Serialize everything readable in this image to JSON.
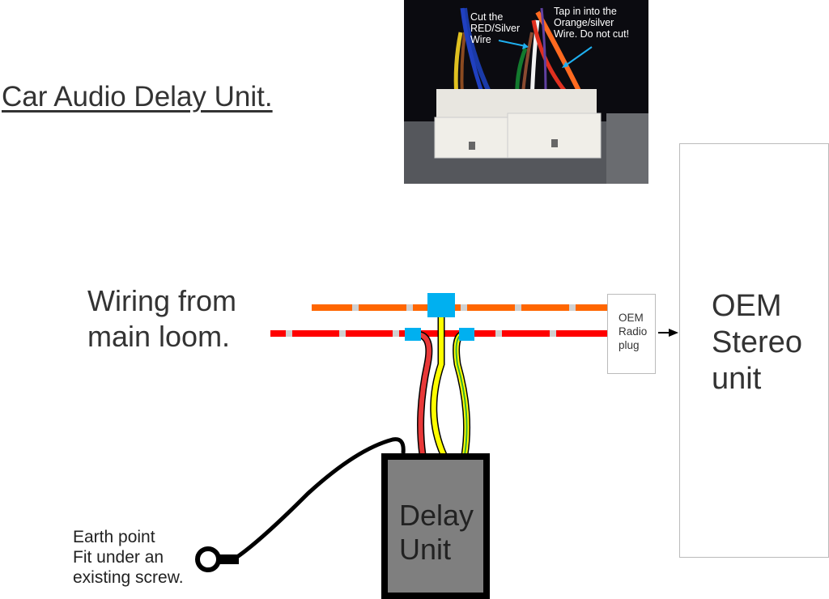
{
  "title": "Car Audio Delay Unit.",
  "loom_label": [
    "Wiring from",
    "main loom."
  ],
  "photo": {
    "cut_note": [
      "Cut the",
      "RED/Silver",
      "Wire"
    ],
    "tap_note": [
      "Tap in into the",
      "Orange/silver",
      "Wire. Do not cut!"
    ]
  },
  "radio_plug": [
    "OEM",
    "Radio",
    "plug"
  ],
  "stereo": [
    "OEM",
    "Stereo",
    "unit"
  ],
  "delay_unit": [
    "Delay",
    "Unit"
  ],
  "earth_note": [
    "Earth point",
    "Fit under an",
    "existing screw."
  ],
  "colors": {
    "orange_wire": "#ff6600",
    "red_wire": "#ff0000",
    "splice": "#00b0f0",
    "yellow_wire": "#ffff00",
    "green_wire": "#33aa33",
    "delay_fill": "#7f7f7f"
  }
}
